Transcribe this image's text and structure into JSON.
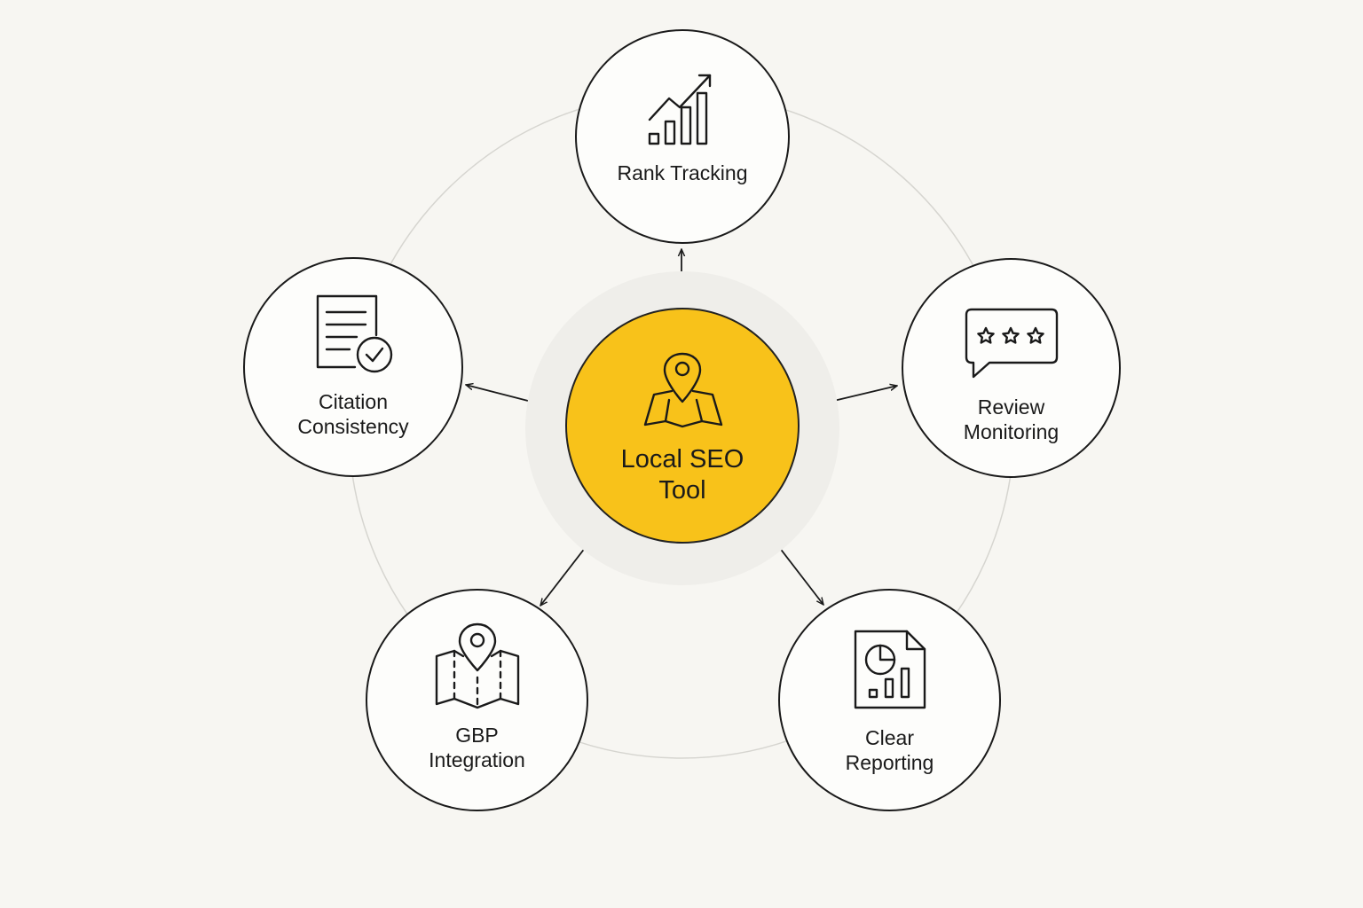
{
  "center": {
    "line1": "Local SEO",
    "line2": "Tool",
    "icon": "map-pin-icon",
    "color": "#f8c21a"
  },
  "nodes": [
    {
      "id": "rank",
      "line1": "Rank Tracking",
      "line2": "",
      "icon": "trending-bar-chart-icon"
    },
    {
      "id": "review",
      "line1": "Review",
      "line2": "Monitoring",
      "icon": "star-rating-bubble-icon"
    },
    {
      "id": "report",
      "line1": "Clear",
      "line2": "Reporting",
      "icon": "report-document-icon"
    },
    {
      "id": "gbp",
      "line1": "GBP",
      "line2": "Integration",
      "icon": "map-location-icon"
    },
    {
      "id": "citation",
      "line1": "Citation",
      "line2": "Consistency",
      "icon": "checked-document-icon"
    }
  ],
  "colors": {
    "background": "#f7f6f2",
    "stroke": "#1a1a1a",
    "orbit": "#d6d5d0"
  }
}
